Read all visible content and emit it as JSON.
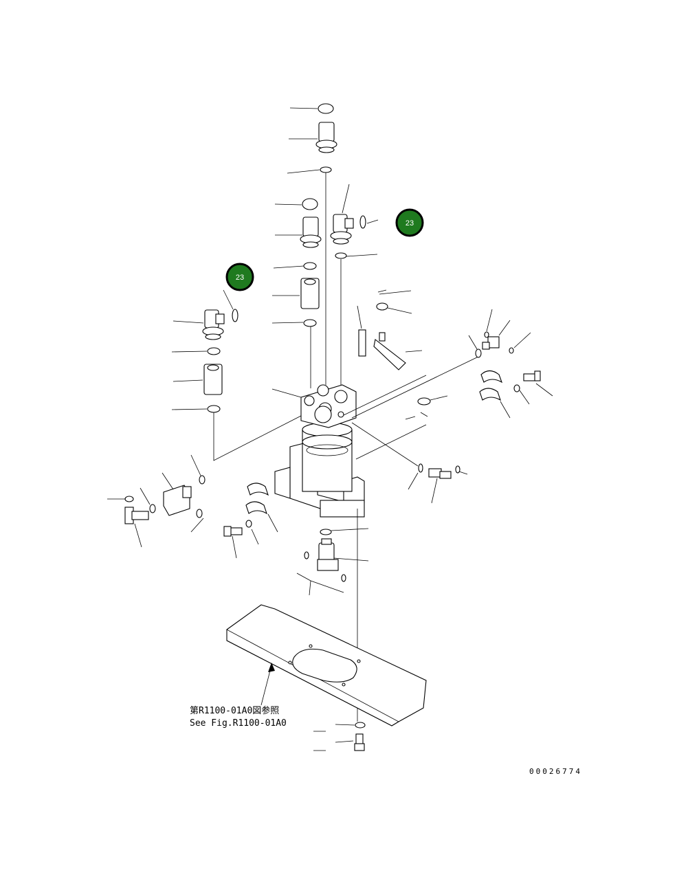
{
  "callouts": [
    {
      "label": "23",
      "fill": "#1f7a1f",
      "ring": "#000000"
    },
    {
      "label": "23",
      "fill": "#1f7a1f",
      "ring": "#000000"
    }
  ],
  "reference": {
    "line_jp": "第R1100-01A0図参照",
    "line_en": "See Fig.R1100-01A0"
  },
  "drawing_id": "00026774"
}
